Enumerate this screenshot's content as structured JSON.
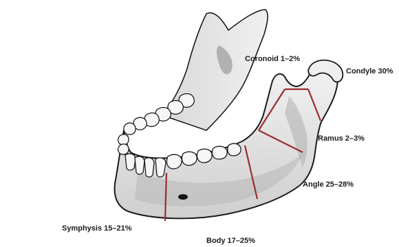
{
  "labels": {
    "coronoid": "Coronoid 1–2%",
    "condyle": "Condyle 30%",
    "ramus": "Ramus 2–3%",
    "angle": "Angle 25–28%",
    "symphysis": "Symphysis 15–21%",
    "body": "Body 17–25%"
  },
  "colors": {
    "bone_fill": "#e6e6e6",
    "bone_shade": "#bcbcbc",
    "outline": "#1a1a1a",
    "fracture_line": "#9b2c2c",
    "tooth_fill": "#f6f6f6",
    "text": "#1a1a1a"
  }
}
